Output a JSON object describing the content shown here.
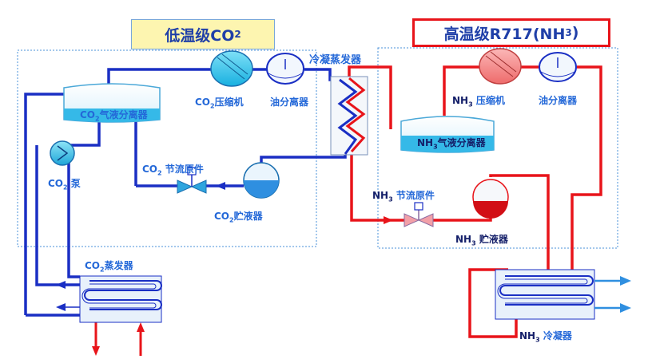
{
  "titles": {
    "low_stage_prefix": "低温级CO",
    "low_stage_sub": "2",
    "high_stage_prefix": "高温级R717(NH",
    "high_stage_sub": "3",
    "high_stage_suffix": ")"
  },
  "labels": {
    "cascade_condenser": "冷凝蒸发器",
    "co2_compressor": {
      "prefix": "CO",
      "sub": "2",
      "text": "压缩机"
    },
    "co2_oil_separator": "油分离器",
    "co2_separator": {
      "prefix": "CO",
      "sub": "2",
      "text": "气液分离器"
    },
    "co2_pump": {
      "prefix": "CO",
      "sub": "2",
      "text": " 泵"
    },
    "co2_throttle": {
      "prefix": "CO",
      "sub": "2",
      "text": " 节流原件"
    },
    "co2_receiver": {
      "prefix": "CO",
      "sub": "2",
      "text": "贮液器"
    },
    "co2_evaporator": {
      "prefix": "CO",
      "sub": "2",
      "text": "蒸发器"
    },
    "nh3_compressor": {
      "prefix": "NH",
      "sub": "3",
      "text": " 压缩机"
    },
    "nh3_oil_separator": "油分离器",
    "nh3_separator": {
      "prefix": "NH",
      "sub": "3",
      "text": "气液分离器"
    },
    "nh3_throttle": {
      "prefix": "NH",
      "sub": "3",
      "text": " 节流原件"
    },
    "nh3_receiver": {
      "prefix": "NH",
      "sub": "3",
      "text": " 贮液器"
    },
    "nh3_condenser": {
      "prefix": "NH",
      "sub": "3",
      "text": " 冷凝器"
    }
  },
  "colors": {
    "co2_line": "#1a2fc4",
    "nh3_line": "#e8141a",
    "co2_title_fill": "#fdf5b0",
    "label_blue": "#2468d8",
    "dashed_border": "#4a90d8"
  }
}
